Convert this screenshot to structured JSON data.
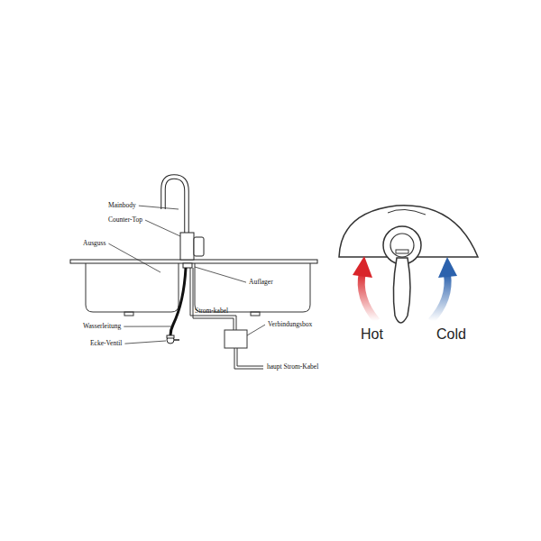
{
  "diagram": {
    "labels": [
      "Mainbody",
      "Counter-Top",
      "Ausguss",
      "Auflager",
      "Strom-kabel",
      "Verbindungsbox",
      "Wasserleitung",
      "Ecke-Ventil",
      "haupt Strom-Kabel",
      "Hot",
      "Cold"
    ]
  }
}
